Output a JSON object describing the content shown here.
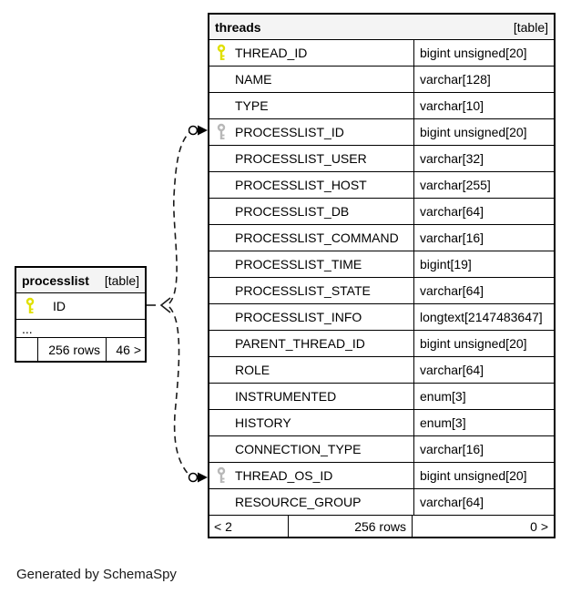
{
  "diagram": {
    "generated_note": "Generated by SchemaSpy",
    "colors": {
      "primary_key": "#e0e000",
      "foreign_key": "#b8b8b8",
      "header_bg": "#f4f4f4",
      "border": "#000000"
    },
    "tables": [
      {
        "id": "processlist",
        "name": "processlist",
        "badge": "[table]",
        "two_columns": false,
        "columns": [
          {
            "name": "ID",
            "key": "primary"
          },
          {
            "name": "...",
            "ellipsis": true
          }
        ],
        "footer": {
          "left": "",
          "center": "256 rows",
          "right": "46 >"
        }
      },
      {
        "id": "threads",
        "name": "threads",
        "badge": "[table]",
        "two_columns": true,
        "columns": [
          {
            "name": "THREAD_ID",
            "type": "bigint unsigned[20]",
            "key": "primary"
          },
          {
            "name": "NAME",
            "type": "varchar[128]"
          },
          {
            "name": "TYPE",
            "type": "varchar[10]"
          },
          {
            "name": "PROCESSLIST_ID",
            "type": "bigint unsigned[20]",
            "key": "foreign"
          },
          {
            "name": "PROCESSLIST_USER",
            "type": "varchar[32]"
          },
          {
            "name": "PROCESSLIST_HOST",
            "type": "varchar[255]"
          },
          {
            "name": "PROCESSLIST_DB",
            "type": "varchar[64]"
          },
          {
            "name": "PROCESSLIST_COMMAND",
            "type": "varchar[16]"
          },
          {
            "name": "PROCESSLIST_TIME",
            "type": "bigint[19]"
          },
          {
            "name": "PROCESSLIST_STATE",
            "type": "varchar[64]"
          },
          {
            "name": "PROCESSLIST_INFO",
            "type": "longtext[2147483647]"
          },
          {
            "name": "PARENT_THREAD_ID",
            "type": "bigint unsigned[20]"
          },
          {
            "name": "ROLE",
            "type": "varchar[64]"
          },
          {
            "name": "INSTRUMENTED",
            "type": "enum[3]"
          },
          {
            "name": "HISTORY",
            "type": "enum[3]"
          },
          {
            "name": "CONNECTION_TYPE",
            "type": "varchar[16]"
          },
          {
            "name": "THREAD_OS_ID",
            "type": "bigint unsigned[20]",
            "key": "foreign"
          },
          {
            "name": "RESOURCE_GROUP",
            "type": "varchar[64]"
          }
        ],
        "footer": {
          "left": "< 2",
          "center": "256 rows",
          "right": "0 >"
        }
      }
    ]
  }
}
